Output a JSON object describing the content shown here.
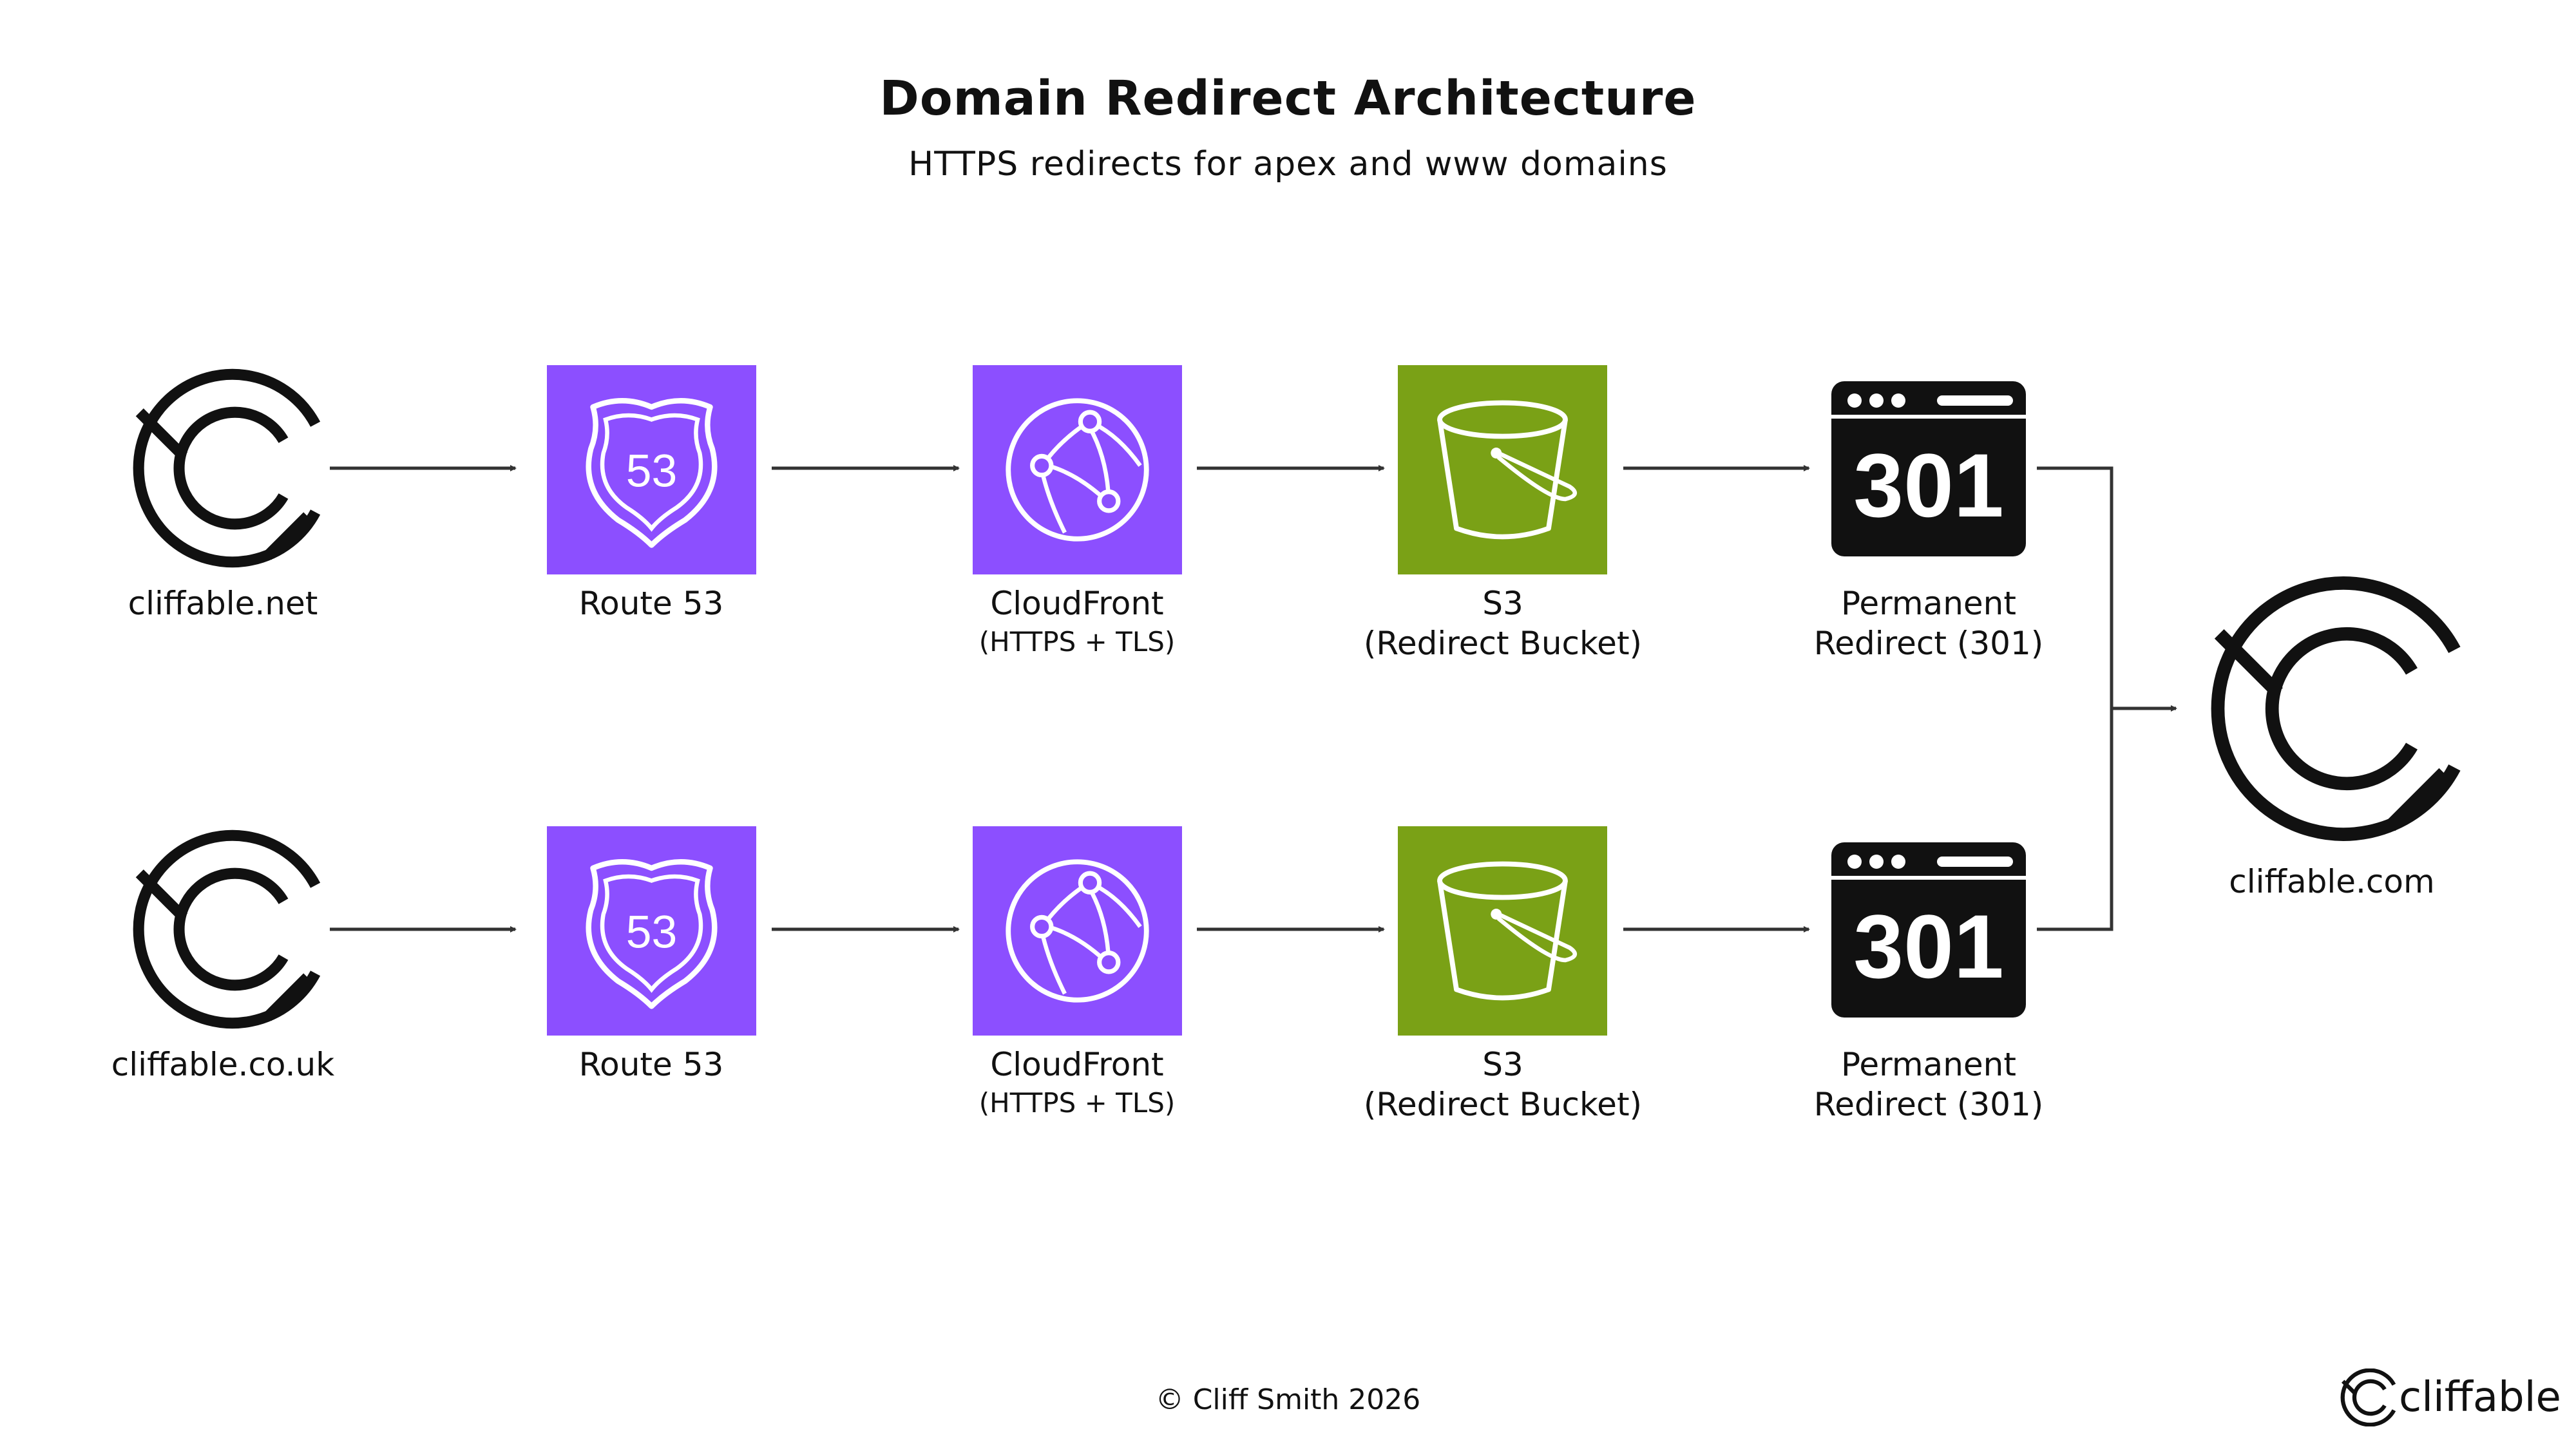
{
  "header": {
    "title": "Domain Redirect Architecture",
    "subtitle": "HTTPS redirects for apex and www domains"
  },
  "rows": [
    {
      "source": "cliffable.net",
      "route53": "Route 53",
      "route53_badge": "53",
      "cloudfront": "CloudFront",
      "cloudfront_sub": "(HTTPS + TLS)",
      "s3": "S3",
      "s3_sub": "(Redirect Bucket)",
      "redirect_line1": "Permanent",
      "redirect_line2": "Redirect (301)",
      "redirect_badge": "301"
    },
    {
      "source": "cliffable.co.uk",
      "route53": "Route 53",
      "route53_badge": "53",
      "cloudfront": "CloudFront",
      "cloudfront_sub": "(HTTPS + TLS)",
      "s3": "S3",
      "s3_sub": "(Redirect Bucket)",
      "redirect_line1": "Permanent",
      "redirect_line2": "Redirect (301)",
      "redirect_badge": "301"
    }
  ],
  "destination": {
    "label": "cliffable.com"
  },
  "footer": {
    "copyright": "© Cliff Smith 2026",
    "brand": "cliffable"
  },
  "colors": {
    "route53": "#8C4FFF",
    "cloudfront": "#8C4FFF",
    "s3": "#7AA116",
    "ink": "#111111",
    "background": "#FFFFFF"
  },
  "icons": {
    "source": "cliffable-logo-icon",
    "route53": "route53-shield-icon",
    "cloudfront": "cloudfront-globe-icon",
    "s3": "s3-bucket-icon",
    "redirect": "browser-301-icon",
    "destination": "cliffable-logo-icon"
  }
}
